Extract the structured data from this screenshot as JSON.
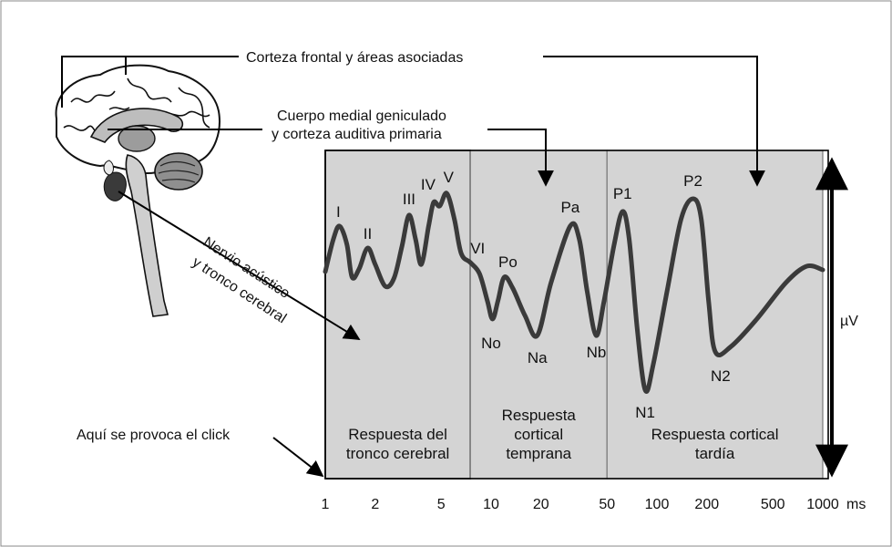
{
  "annotations": {
    "frontal": "Corteza frontal y áreas asociadas",
    "medial_line1": "Cuerpo medial geniculado",
    "medial_line2": "y corteza auditiva primaria",
    "acoustic_line1": "Nervio acústico",
    "acoustic_line2": "y tronco cerebral",
    "click": "Aquí se provoca el click"
  },
  "regions": [
    {
      "lines": [
        "Respuesta del",
        "tronco cerebral"
      ],
      "from_ms": 1,
      "to_ms": 7.5
    },
    {
      "lines": [
        "Respuesta",
        "cortical",
        "temprana"
      ],
      "from_ms": 7.5,
      "to_ms": 50
    },
    {
      "lines": [
        "Respuesta cortical",
        "tardía"
      ],
      "from_ms": 50,
      "to_ms": 1000
    }
  ],
  "x_axis": {
    "scale": "log",
    "ticks": [
      1,
      2,
      5,
      10,
      20,
      50,
      100,
      200,
      500,
      1000
    ],
    "unit": "ms"
  },
  "y_axis": {
    "unit": "µV"
  },
  "waves": [
    {
      "label": "I",
      "ms": 1.2
    },
    {
      "label": "II",
      "ms": 1.8
    },
    {
      "label": "III",
      "ms": 3.2
    },
    {
      "label": "IV",
      "ms": 4.5
    },
    {
      "label": "V",
      "ms": 5.4
    },
    {
      "label": "VI",
      "ms": 7.5
    },
    {
      "label": "No",
      "ms": 10
    },
    {
      "label": "Po",
      "ms": 12
    },
    {
      "label": "Na",
      "ms": 19
    },
    {
      "label": "Pa",
      "ms": 30
    },
    {
      "label": "Nb",
      "ms": 42
    },
    {
      "label": "P1",
      "ms": 62
    },
    {
      "label": "N1",
      "ms": 85
    },
    {
      "label": "P2",
      "ms": 165
    },
    {
      "label": "N2",
      "ms": 230
    }
  ],
  "colors": {
    "region_fill": "#d4d4d4",
    "wave_stroke": "#3a3a3a",
    "line": "#000000",
    "brain_grey": "#b5b5b5"
  },
  "icons": [
    "brain-illustration-icon",
    "cerebellum-icon",
    "brainstem-icon"
  ]
}
